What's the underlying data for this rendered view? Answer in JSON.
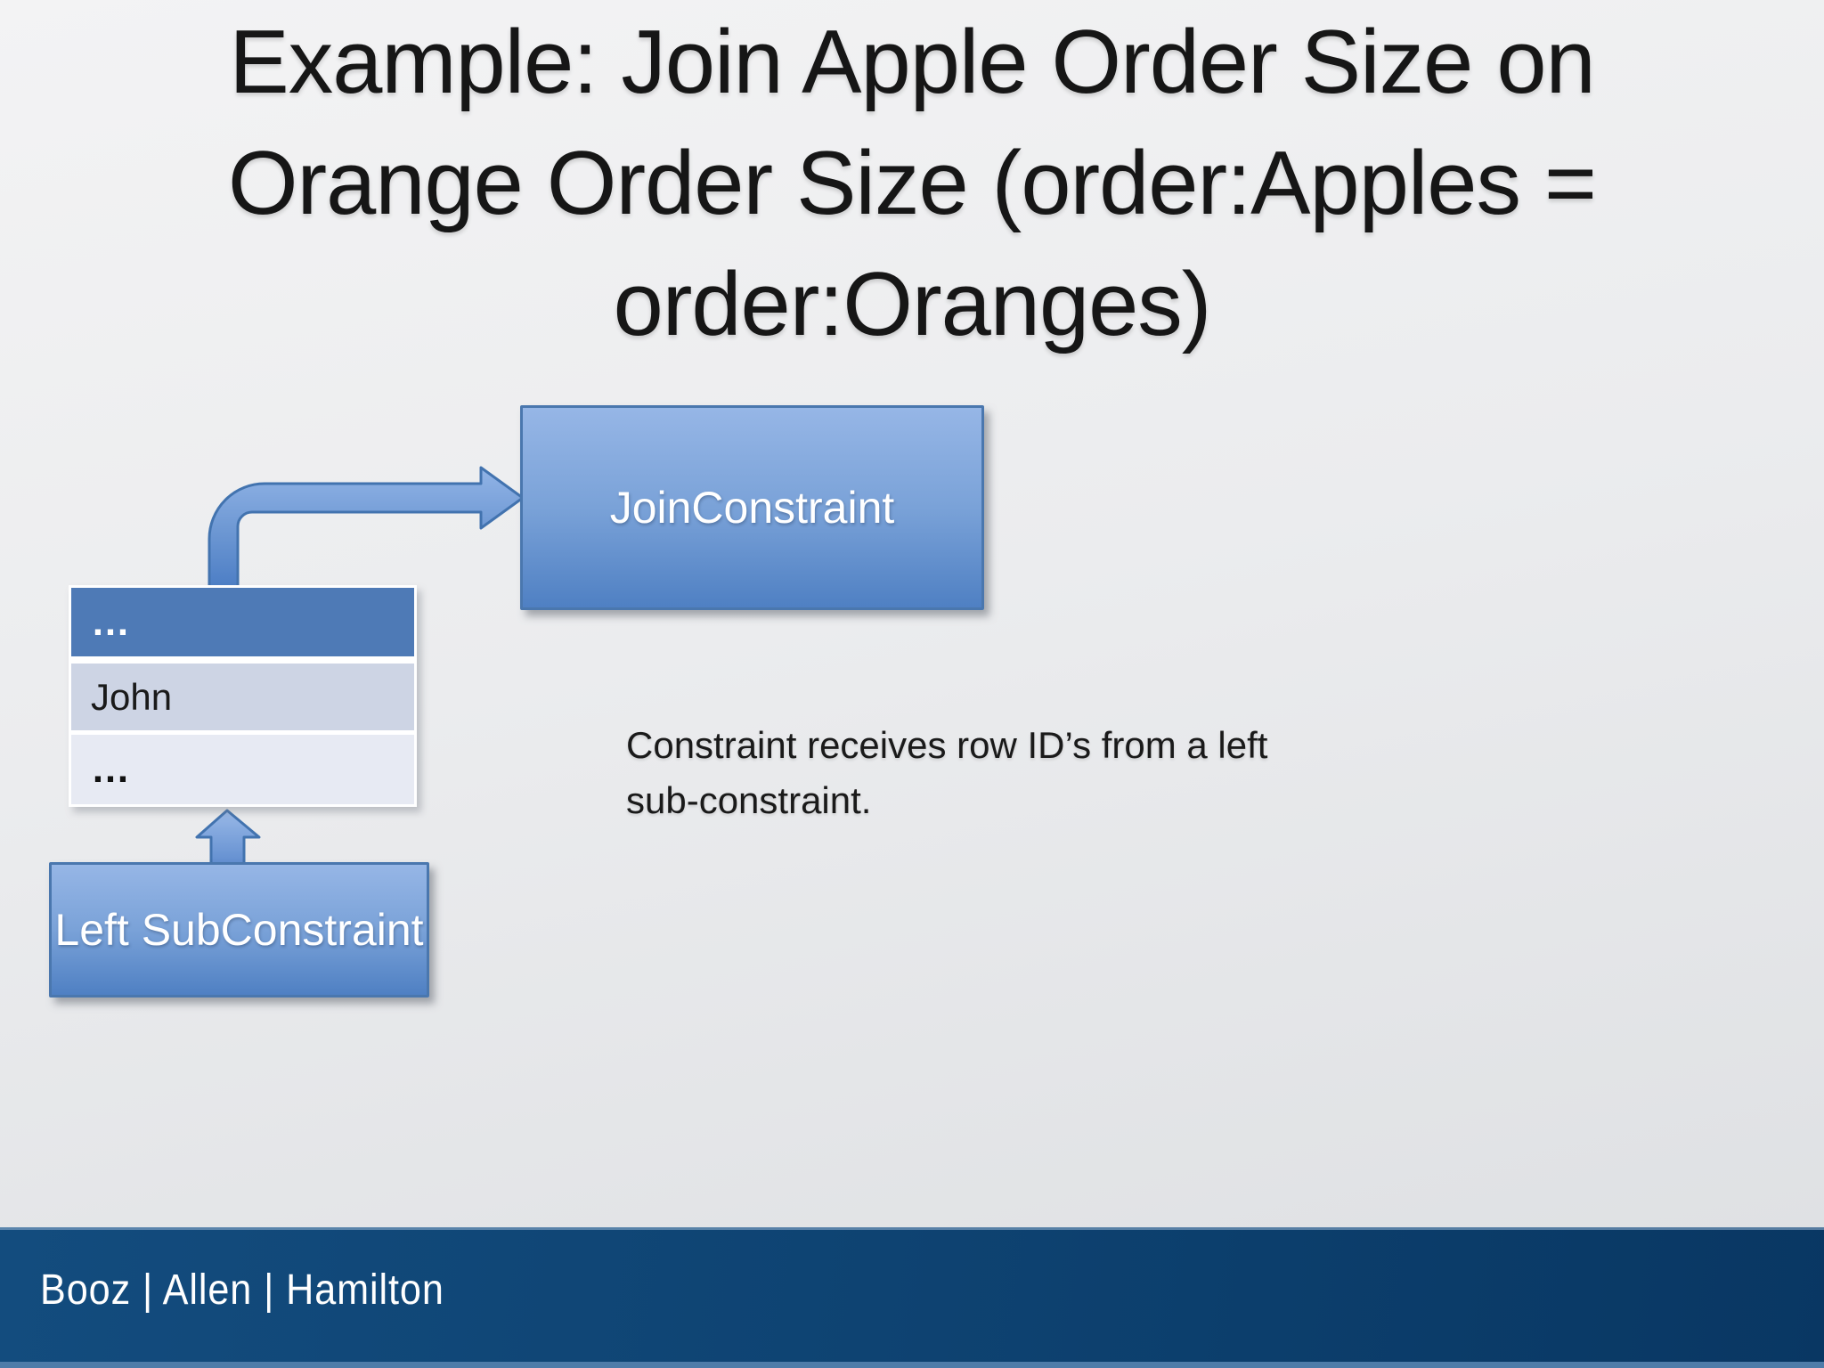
{
  "title": {
    "lines": [
      "Example: Join Apple Order Size on",
      "Orange Order Size (order:Apples =",
      "order:Oranges)"
    ]
  },
  "diagram": {
    "join_constraint_label": "JoinConstraint",
    "left_subconstraint_label": "Left SubConstraint",
    "row_table": {
      "header": "…",
      "rows": [
        "John",
        "…"
      ]
    },
    "caption_lines": [
      "Constraint receives row ID’s from a left",
      "sub-constraint."
    ]
  },
  "footer": {
    "brand": "Booz | Allen | Hamilton"
  },
  "colors": {
    "slide_background": "#ebecee",
    "box_blue_top": "#96b6e6",
    "box_blue_bottom": "#4f80c3",
    "box_border": "#4a77ae",
    "table_header_blue": "#4e7ab6",
    "table_row_light": "#cdd4e4",
    "table_row_lighter": "#e7eaf3",
    "arrow_blue": "#6b96d2",
    "footer_navy": "#0e4372",
    "footer_strip_blue": "#4e7ca9",
    "title_text": "#161616",
    "body_text": "#1a1a1a"
  }
}
